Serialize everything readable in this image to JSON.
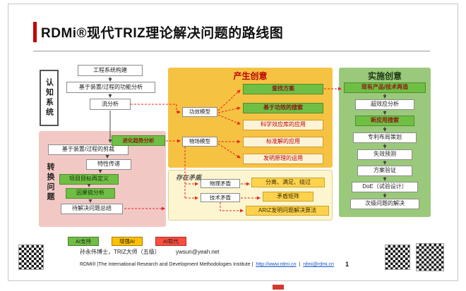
{
  "slide": {
    "title": "RDMi®现代TRIZ理论解决问题的路线图",
    "page_number": "1"
  },
  "cognition": {
    "label": "认知系统",
    "boxes": [
      "工程系统构建",
      "基于装置/过程的功能分析",
      "流分析"
    ]
  },
  "transform": {
    "label": "转换问题",
    "trim": "基于装置/过程的剪裁",
    "trends": "进化趋势分析",
    "transfer": "特性传递",
    "redefine": "项目目标再定义",
    "causal": "因果链分析",
    "summary": "待解决问题总结"
  },
  "generate": {
    "title": "产生创意",
    "models": [
      "功效模型",
      "物场模型"
    ],
    "find": "查找方案",
    "function_search": "基于功效的搜索",
    "effects": "科学效应库的应用",
    "standards": "标准解的应用",
    "principles": "发明原理的运用"
  },
  "contradiction": {
    "label": "存在矛盾",
    "physical": "物理矛盾",
    "technical": "技术矛盾",
    "separation": "分离、满足、绕过",
    "matrix": "矛盾矩阵",
    "ariz": "ARIZ发明问题解决算法"
  },
  "implement": {
    "title": "实施创意",
    "boxes": [
      "现有产品/技术再造",
      "超效应分析",
      "新应用搜索",
      "专利布局策划",
      "失效预测",
      "方案验证",
      "DoE（试验设计）",
      "次级问题的解决"
    ]
  },
  "legend": {
    "items": [
      {
        "label": "AI支持",
        "color": "#6fbf44"
      },
      {
        "label": "增强AI",
        "color": "#ffc000"
      },
      {
        "label": "AI取代",
        "color": "#ff4d3f"
      }
    ]
  },
  "footer": {
    "author": "孙永伟博士，TRIZ大师（五级）",
    "email": "ywsun@yeah.net",
    "org": "RDMi® |The International Research and Development Methodologies Institute |",
    "url": "http://www.rdmi.cn",
    "divider": "|",
    "org_email": "rdmi@rdmi.cn"
  },
  "colors": {
    "accent_red": "#c00000",
    "green_box": "#6fbf44",
    "yellow_box": "#ffd24d",
    "panel_pink": "#f2c8c5",
    "panel_gold": "#f6c242",
    "panel_cream": "#fcf5cf",
    "panel_green": "#9bc97b"
  }
}
